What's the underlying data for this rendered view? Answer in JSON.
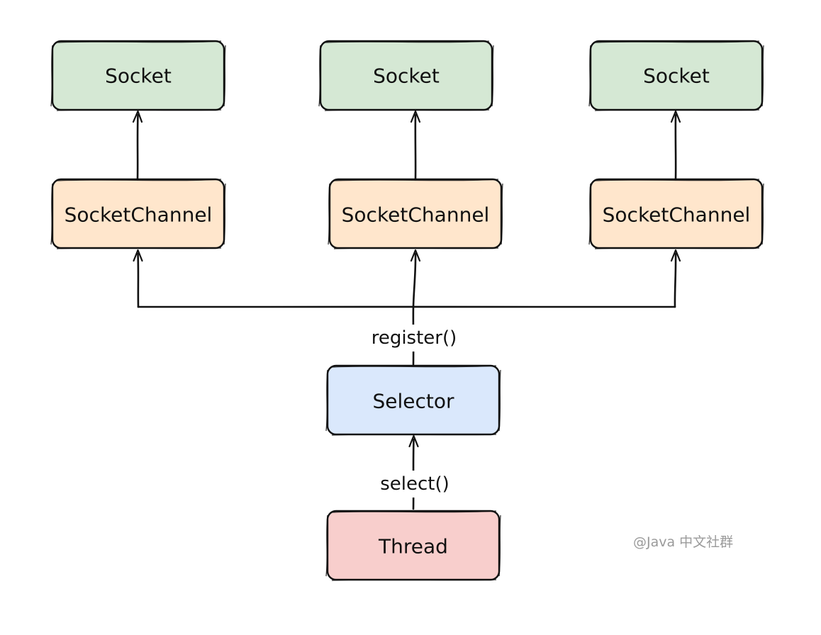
{
  "colors": {
    "socket": "#d5e8d4",
    "channel": "#ffe6cc",
    "selector": "#dae8fc",
    "thread": "#f8cecc",
    "stroke": "#111111",
    "watermark": "#9a9a9a"
  },
  "nodes": {
    "socket_1": {
      "label": "Socket"
    },
    "socket_2": {
      "label": "Socket"
    },
    "socket_3": {
      "label": "Socket"
    },
    "channel_1": {
      "label": "SocketChannel"
    },
    "channel_2": {
      "label": "SocketChannel"
    },
    "channel_3": {
      "label": "SocketChannel"
    },
    "selector": {
      "label": "Selector"
    },
    "thread": {
      "label": "Thread"
    }
  },
  "edges": {
    "register": {
      "label": "register()"
    },
    "select": {
      "label": "select()"
    }
  },
  "watermark": "@Java 中文社群"
}
